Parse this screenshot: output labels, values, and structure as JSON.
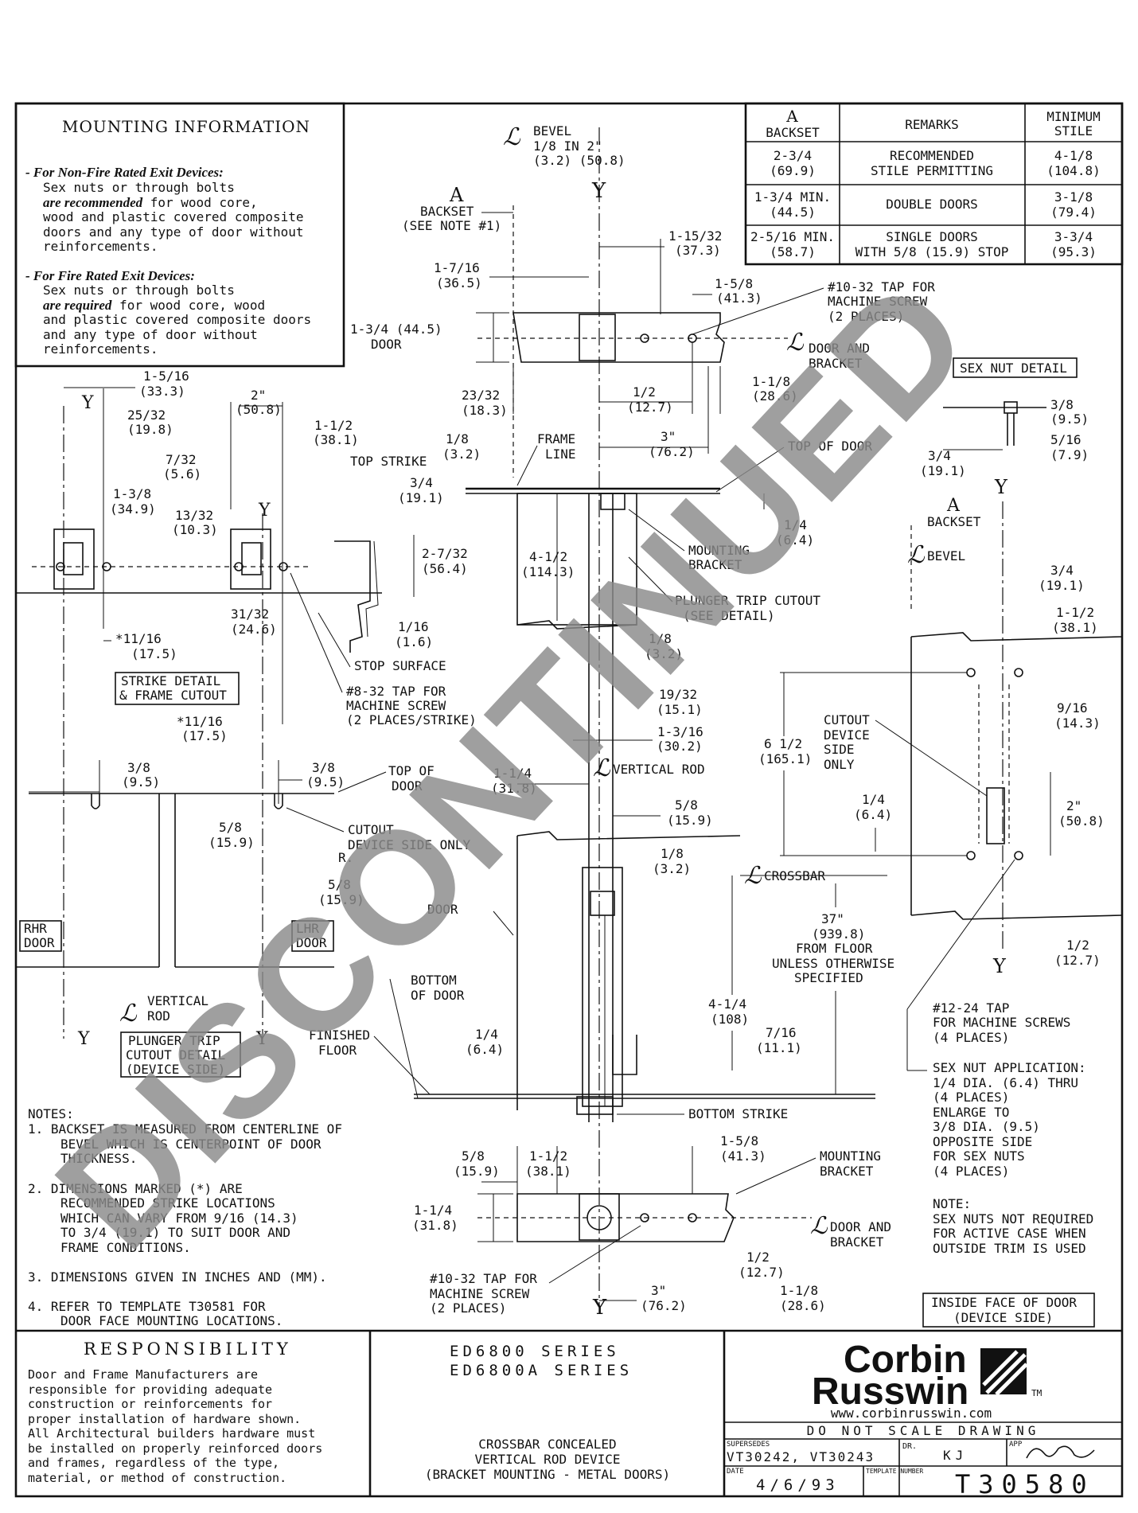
{
  "mounting": {
    "title": "MOUNTING INFORMATION",
    "nonfire_head": "- For Non-Fire Rated Exit Devices:",
    "nonfire_1": "Sex nuts or through bolts",
    "nonfire_2a": "are recommended",
    "nonfire_2b": " for wood core,",
    "nonfire_3": "wood and plastic covered composite",
    "nonfire_4": "doors and any type of door without",
    "nonfire_5": "reinforcements.",
    "fire_head": "- For Fire Rated Exit Devices:",
    "fire_1": "Sex nuts or through bolts",
    "fire_2a": "are required",
    "fire_2b": " for wood core, wood",
    "fire_3": "and plastic covered composite doors",
    "fire_4": "and any type of door without",
    "fire_5": "reinforcements."
  },
  "table": {
    "h1a": "A",
    "h1b": "BACKSET",
    "h2": "REMARKS",
    "h3a": "MINIMUM",
    "h3b": "STILE",
    "rows": [
      {
        "a1": "2-3/4",
        "a2": "(69.9)",
        "r1": "RECOMMENDED",
        "r2": "STILE PERMITTING",
        "s1": "4-1/8",
        "s2": "(104.8)"
      },
      {
        "a1": "1-3/4 MIN.",
        "a2": "(44.5)",
        "r1": "DOUBLE DOORS",
        "r2": "",
        "s1": "3-1/8",
        "s2": "(79.4)"
      },
      {
        "a1": "2-5/16 MIN.",
        "a2": "(58.7)",
        "r1": "SINGLE DOORS",
        "r2": "WITH 5/8 (15.9) STOP",
        "s1": "3-3/4",
        "s2": "(95.3)"
      }
    ]
  },
  "labels": {
    "bevel_top": "BEVEL",
    "bevel_top_2": "1/8 IN 2\"",
    "bevel_top_3": "(3.2) (50.8)",
    "y": "Y",
    "a": "A",
    "backset": "BACKSET",
    "see_note": "(SEE NOTE #1)",
    "d_1_15_32": "1-15/32",
    "d_37_3": "(37.3)",
    "d_1_7_16": "1-7/16",
    "d_36_5": "(36.5)",
    "d_1_5_8": "1-5/8",
    "d_41_3": "(41.3)",
    "tap_1032_a": "#10-32 TAP FOR",
    "tap_1032_b": "MACHINE SCREW",
    "tap_1032_c": "(2 PLACES)",
    "d_1_3_4": "1-3/4 (44.5)",
    "door": "DOOR",
    "door_and": "DOOR AND",
    "bracket": "BRACKET",
    "d_1_1_8": "1-1/8",
    "d_28_6": "(28.6)",
    "d_23_32": "23/32",
    "d_18_3": "(18.3)",
    "d_1_2": "1/2",
    "d_12_7": "(12.7)",
    "d_1_8": "1/8",
    "d_3_2": "(3.2)",
    "frame_line_a": "FRAME",
    "frame_line_b": "LINE",
    "d_3": "3\"",
    "d_76_2": "(76.2)",
    "top_of_door": "TOP OF DOOR",
    "sex_nut_detail": "SEX NUT DETAIL",
    "d_3_8": "3/8",
    "d_9_5": "(9.5)",
    "d_5_16": "5/16",
    "d_7_9": "(7.9)",
    "d_3_4": "3/4",
    "d_19_1": "(19.1)",
    "d_1_5_16": "1-5/16",
    "d_33_3": "(33.3)",
    "d_25_32": "25/32",
    "d_19_8": "(19.8)",
    "d_2": "2\"",
    "d_50_8": "(50.8)",
    "d_1_1_2": "1-1/2",
    "d_38_1": "(38.1)",
    "d_7_32": "7/32",
    "d_5_6": "(5.6)",
    "top_strike": "TOP STRIKE",
    "d_1_3_8": "1-3/8",
    "d_34_9": "(34.9)",
    "d_13_32": "13/32",
    "d_10_3": "(10.3)",
    "d_2_7_32": "2-7/32",
    "d_56_4": "(56.4)",
    "d_4_1_2": "4-1/2",
    "d_114_3": "(114.3)",
    "mounting_bracket_a": "MOUNTING",
    "mounting_bracket_b": "BRACKET",
    "d_1_4": "1/4",
    "d_6_4": "(6.4)",
    "bevel": "BEVEL",
    "plunger_a": "PLUNGER TRIP CUTOUT",
    "plunger_b": "(SEE DETAIL)",
    "d_31_32": "31/32",
    "d_24_6": "(24.6)",
    "d_1_16": "1/16",
    "d_1_6": "(1.6)",
    "d_11_16s": "*11/16",
    "d_17_5": "(17.5)",
    "stop_surface": "STOP SURFACE",
    "strike_detail_a": "STRIKE DETAIL",
    "strike_detail_b": "& FRAME CUTOUT",
    "tap_832_a": "#8-32 TAP FOR",
    "tap_832_b": "MACHINE SCREW",
    "tap_832_c": "(2 PLACES/STRIKE)",
    "d_19_32": "19/32",
    "d_15_1": "(15.1)",
    "d_1_3_16": "1-3/16",
    "d_30_2": "(30.2)",
    "vertical_rod": "VERTICAL ROD",
    "d_1_1_4": "1-1/4",
    "d_31_8": "(31.8)",
    "d_5_8": "5/8",
    "d_15_9": "(15.9)",
    "cutout_dev_a": "CUTOUT",
    "cutout_dev_b": "DEVICE",
    "cutout_dev_c": "SIDE",
    "cutout_dev_d": "ONLY",
    "d_6_1_2": "6 1/2",
    "d_165_1": "(165.1)",
    "d_9_16": "9/16",
    "d_14_3": "(14.3)",
    "top_of": "TOP OF",
    "door_w": "DOOR",
    "cutout_side_a": "CUTOUT",
    "cutout_side_b": "DEVICE SIDE ONLY",
    "r": "R.",
    "crossbar": "CROSSBAR",
    "rhr_a": "RHR",
    "rhr_b": "DOOR",
    "lhr_a": "LHR",
    "lhr_b": "DOOR",
    "door_lbl": "DOOR",
    "d_37": "37\"",
    "d_939_8": "(939.8)",
    "from_floor": "FROM FLOOR",
    "unless": "UNLESS OTHERWISE",
    "specified": "SPECIFIED",
    "vertical": "VERTICAL",
    "rod": "ROD",
    "bottom_of_door_a": "BOTTOM",
    "bottom_of_door_b": "OF DOOR",
    "d_4_1_4": "4-1/4",
    "d_108": "(108)",
    "tap_1224_a": "#12-24 TAP",
    "tap_1224_b": "FOR MACHINE SCREWS",
    "tap_1224_c": "(4 PLACES)",
    "plunger_det_a": "PLUNGER TRIP",
    "plunger_det_b": "CUTOUT DETAIL",
    "plunger_det_c": "(DEVICE SIDE)",
    "finished_floor_a": "FINISHED",
    "finished_floor_b": "FLOOR",
    "d_7_16": "7/16",
    "d_11_1": "(11.1)",
    "sexnut_app_a": "SEX NUT APPLICATION:",
    "sexnut_app_b": "1/4 DIA. (6.4) THRU",
    "sexnut_app_c": "(4 PLACES)",
    "sexnut_app_d": "ENLARGE TO",
    "sexnut_app_e": "3/8 DIA. (9.5)",
    "sexnut_app_f": "OPPOSITE SIDE",
    "sexnut_app_g": "FOR SEX NUTS",
    "sexnut_app_h": "(4 PLACES)",
    "bottom_strike": "BOTTOM STRIKE",
    "note_r_a": "NOTE:",
    "note_r_b": "SEX NUTS NOT REQUIRED",
    "note_r_c": "FOR ACTIVE CASE WHEN",
    "note_r_d": "OUTSIDE TRIM IS USED",
    "inside_face_a": "INSIDE FACE OF DOOR",
    "inside_face_b": "(DEVICE SIDE)"
  },
  "notes": {
    "head": "NOTES:",
    "n1a": "1.   BACKSET IS MEASURED FROM CENTERLINE OF",
    "n1b": "BEVEL WHICH IS CENTERPOINT OF DOOR",
    "n1c": "THICKNESS.",
    "n2a": "2.   DIMENSIONS MARKED (*) ARE",
    "n2b": "RECOMMENDED STRIKE LOCATIONS",
    "n2c": "WHICH CAN VARY FROM 9/16 (14.3)",
    "n2d": "TO 3/4 (19.1) TO SUIT DOOR AND",
    "n2e": "FRAME CONDITIONS.",
    "n3": "3.   DIMENSIONS GIVEN IN INCHES AND (MM).",
    "n4a": "4.   REFER TO TEMPLATE T30581 FOR",
    "n4b": "DOOR FACE MOUNTING LOCATIONS."
  },
  "responsibility": {
    "title": "RESPONSIBILITY",
    "l1": "Door and Frame Manufacturers are",
    "l2": "responsible for providing adequate",
    "l3": "construction or reinforcements for",
    "l4": "proper installation of hardware shown.",
    "l5": "All Architectural builders hardware must",
    "l6": "be installed on properly reinforced doors",
    "l7": "and frames, regardless of the type,",
    "l8": "material, or method of construction."
  },
  "series": {
    "s1": "ED6800 SERIES",
    "s2": "ED6800A SERIES",
    "d1": "CROSSBAR CONCEALED",
    "d2": "VERTICAL ROD DEVICE",
    "d3": "(BRACKET MOUNTING - METAL DOORS)"
  },
  "titleblock": {
    "logo1": "Corbin",
    "logo2": "Russwin",
    "tm": "TM",
    "url": "www.corbinrusswin.com",
    "scale": "DO NOT SCALE DRAWING",
    "supersedes_lbl": "SUPERSEDES",
    "supersedes": "VT30242, VT30243",
    "dr_lbl": "DR.",
    "dr": "KJ",
    "app_lbl": "APP",
    "date_lbl": "DATE",
    "date": "4/6/93",
    "template_lbl": "TEMPLATE NUMBER",
    "template": "T30580"
  },
  "watermark": "DISCONTINUED"
}
